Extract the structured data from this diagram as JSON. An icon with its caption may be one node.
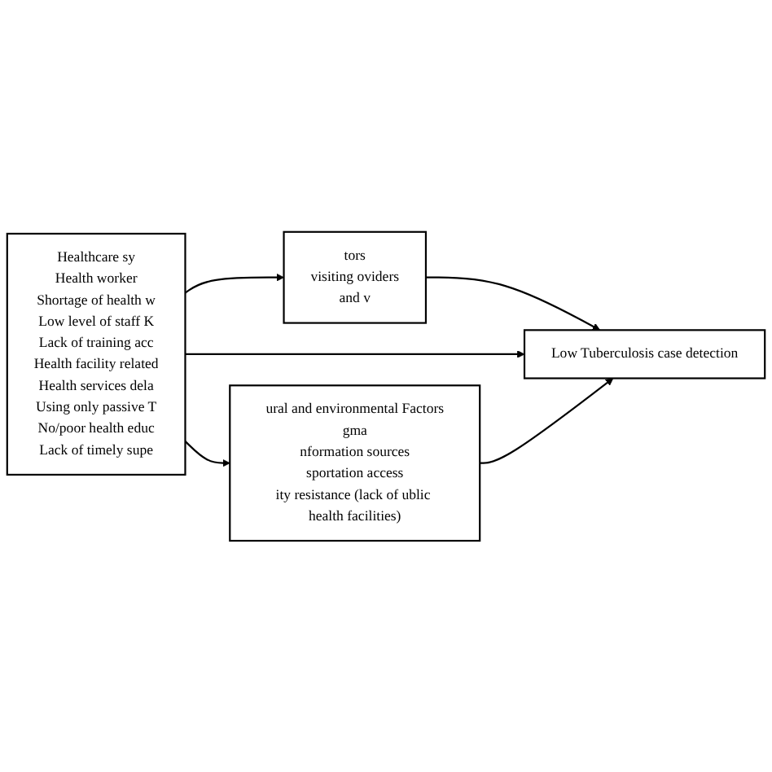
{
  "diagram": {
    "nodes": [
      {
        "text": [
          "tors",
          "visiting oviders",
          "and v"
        ]
      },
      {
        "text": [
          "Low Tuberculosis case detection"
        ]
      },
      {
        "text": [
          "Healthcare sy",
          "Health worker",
          "Shortage of health w",
          "Low level of staff K",
          "Lack of training acc",
          "Health facility related",
          "Health services dela",
          "Using only passive T",
          "No/poor health educ",
          "Lack of timely supe"
        ]
      },
      {
        "text": [
          "ural and environmental Factors",
          "gma",
          "nformation sources",
          "sportation access",
          "ity resistance (lack of ublic health facilities)"
        ]
      }
    ],
    "edges": [
      {
        "from": 2,
        "to": 0,
        "arrow": "to"
      },
      {
        "from": 0,
        "to": 1,
        "arrow": "to"
      },
      {
        "from": 2,
        "to": 1,
        "arrow": "to"
      },
      {
        "from": 3,
        "to": 1,
        "arrow": "to"
      },
      {
        "from": 2,
        "to": 3,
        "arrow": "to"
      }
    ]
  }
}
